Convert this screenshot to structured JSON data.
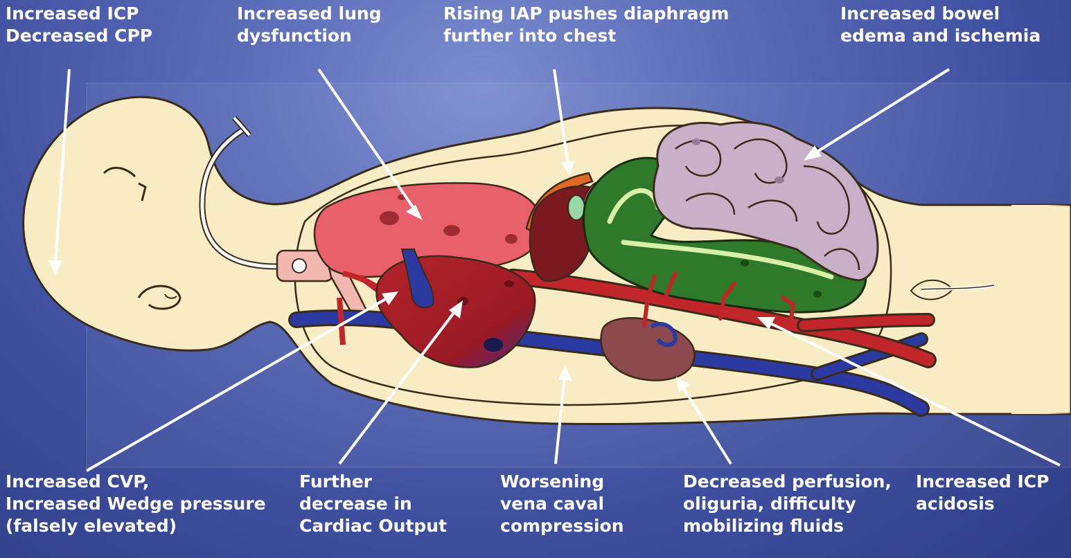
{
  "labels": {
    "icp_cpp": "Increased ICP\nDecreased CPP",
    "lung": "Increased lung\ndysfunction",
    "diaphragm": "Rising IAP pushes diaphragm\nfurther into chest",
    "bowel": "Increased bowel\nedema and ischemia",
    "cvp": "Increased CVP,\nIncreased Wedge pressure\n(falsely elevated)",
    "cardiac_output": "Further\ndecrease in\nCardiac Output",
    "vena_cava": "Worsening\nvena caval\ncompression",
    "perfusion": "Decreased perfusion,\noliguria, difficulty\nmobilizing fluids",
    "icp_acidosis": "Increased  ICP\nacidosis"
  },
  "colors": {
    "background": "#4a5aa8",
    "body_skin": "#f8ecc4",
    "outline": "#3a2a1a",
    "lung": "#e8606a",
    "heart": "#a81c24",
    "vein": "#2a3aa0",
    "artery": "#c0262a",
    "colon": "#2f7a2a",
    "small_bowel": "#c8b0c8",
    "kidney": "#8c4a4e",
    "diaphragm": "#e06a24",
    "arrow": "#ffffff",
    "text": "#ffffff"
  }
}
